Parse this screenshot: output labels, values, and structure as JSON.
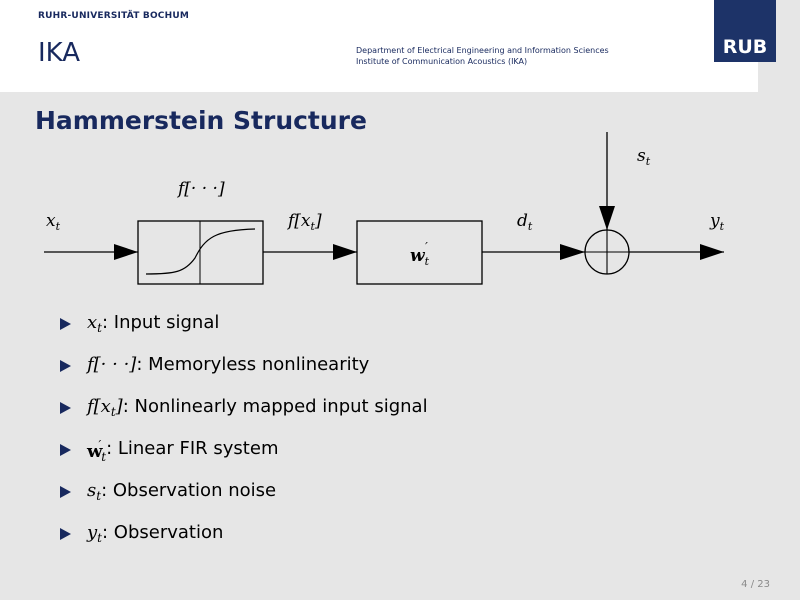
{
  "header": {
    "university": "RUHR-UNIVERSITÄT BOCHUM",
    "institute": "IKA",
    "department_line1": "Department of Electrical Engineering and Information Sciences",
    "department_line2": "Institute of Communication Acoustics (IKA)",
    "logo": "RUB"
  },
  "slide": {
    "title": "Hammerstein Structure",
    "page_number": "4 / 23"
  },
  "diagram": {
    "input": "x",
    "input_sub": "t",
    "nonlin_label": "f[· · ·]",
    "mapped_signal": "f[x",
    "mapped_signal_sub": "t",
    "mapped_signal_end": "]",
    "fir_block": "w",
    "fir_sub": "t",
    "fir_sup": "′",
    "fir_output": "d",
    "fir_output_sub": "t",
    "noise": "s",
    "noise_sub": "t",
    "output": "y",
    "output_sub": "t"
  },
  "bullets": [
    {
      "sym": "x",
      "sub": "t",
      "text": ": Input signal"
    },
    {
      "sym": "f[· · ·]",
      "sub": "",
      "text": ": Memoryless nonlinearity"
    },
    {
      "sym": "f[x",
      "sub": "t",
      "sym_end": "]",
      "text": ": Nonlinearly mapped input signal"
    },
    {
      "sym": "w",
      "sub": "t",
      "sup": "′",
      "text": ": Linear FIR system"
    },
    {
      "sym": "s",
      "sub": "t",
      "text": ": Observation noise"
    },
    {
      "sym": "y",
      "sub": "t",
      "text": ": Observation"
    }
  ],
  "colors": {
    "primary_blue": "#18295e",
    "background": "#e6e6e6",
    "logo_bg": "#1d3368"
  }
}
